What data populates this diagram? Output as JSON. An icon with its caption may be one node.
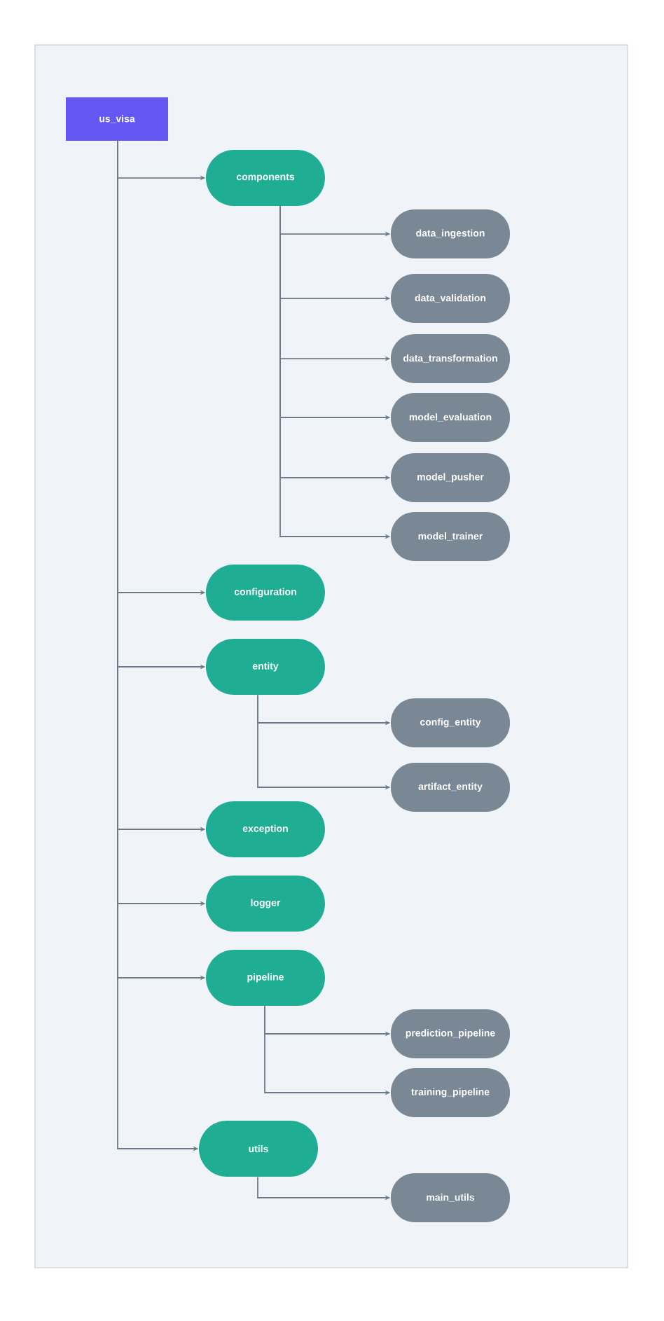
{
  "diagram": {
    "nodes": [
      {
        "text": [
          "us_visa"
        ]
      },
      {
        "text": [
          "components"
        ]
      },
      {
        "text": [
          "data_ingestion"
        ]
      },
      {
        "text": [
          "data_validation"
        ]
      },
      {
        "text": [
          "data_transformation"
        ]
      },
      {
        "text": [
          "model_evaluation"
        ]
      },
      {
        "text": [
          "model_pusher"
        ]
      },
      {
        "text": [
          "model_trainer"
        ]
      },
      {
        "text": [
          "configuration"
        ]
      },
      {
        "text": [
          "entity"
        ]
      },
      {
        "text": [
          "config_entity"
        ]
      },
      {
        "text": [
          "artifact_entity"
        ]
      },
      {
        "text": [
          "exception"
        ]
      },
      {
        "text": [
          "logger"
        ]
      },
      {
        "text": [
          "pipeline"
        ]
      },
      {
        "text": [
          "prediction_pipeline"
        ]
      },
      {
        "text": [
          "training_pipeline"
        ]
      },
      {
        "text": [
          "utils"
        ]
      },
      {
        "text": [
          "main_utils"
        ]
      }
    ],
    "edges": [
      {
        "from": 0,
        "to": 1,
        "arrow": "to"
      },
      {
        "from": 1,
        "to": 2,
        "arrow": "to"
      },
      {
        "from": 1,
        "to": 3,
        "arrow": "to"
      },
      {
        "from": 1,
        "to": 4,
        "arrow": "to"
      },
      {
        "from": 1,
        "to": 5,
        "arrow": "to"
      },
      {
        "from": 1,
        "to": 6,
        "arrow": "to"
      },
      {
        "from": 1,
        "to": 7,
        "arrow": "to"
      },
      {
        "from": 0,
        "to": 8,
        "arrow": "to"
      },
      {
        "from": 0,
        "to": 9,
        "arrow": "to"
      },
      {
        "from": 9,
        "to": 10,
        "arrow": "to"
      },
      {
        "from": 9,
        "to": 11,
        "arrow": "to"
      },
      {
        "from": 0,
        "to": 12,
        "arrow": "to"
      },
      {
        "from": 0,
        "to": 13,
        "arrow": "to"
      },
      {
        "from": 0,
        "to": 14,
        "arrow": "to"
      },
      {
        "from": 14,
        "to": 15,
        "arrow": "to"
      },
      {
        "from": 14,
        "to": 16,
        "arrow": "to"
      },
      {
        "from": 0,
        "to": 17,
        "arrow": "to"
      },
      {
        "from": 17,
        "to": 18,
        "arrow": "to"
      }
    ]
  }
}
